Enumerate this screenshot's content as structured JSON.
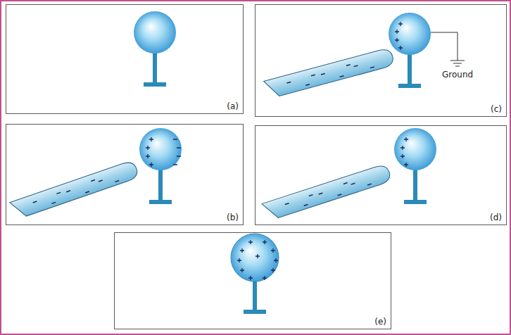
{
  "diagram": {
    "nodes": [
      {
        "text": [
          "(a)"
        ]
      },
      {
        "text": [
          "(c)"
        ]
      },
      {
        "text": [
          "(b)"
        ]
      },
      {
        "text": [
          "(d)"
        ]
      },
      {
        "text": [
          "(e)"
        ]
      }
    ],
    "labels": [
      "Ground"
    ]
  }
}
